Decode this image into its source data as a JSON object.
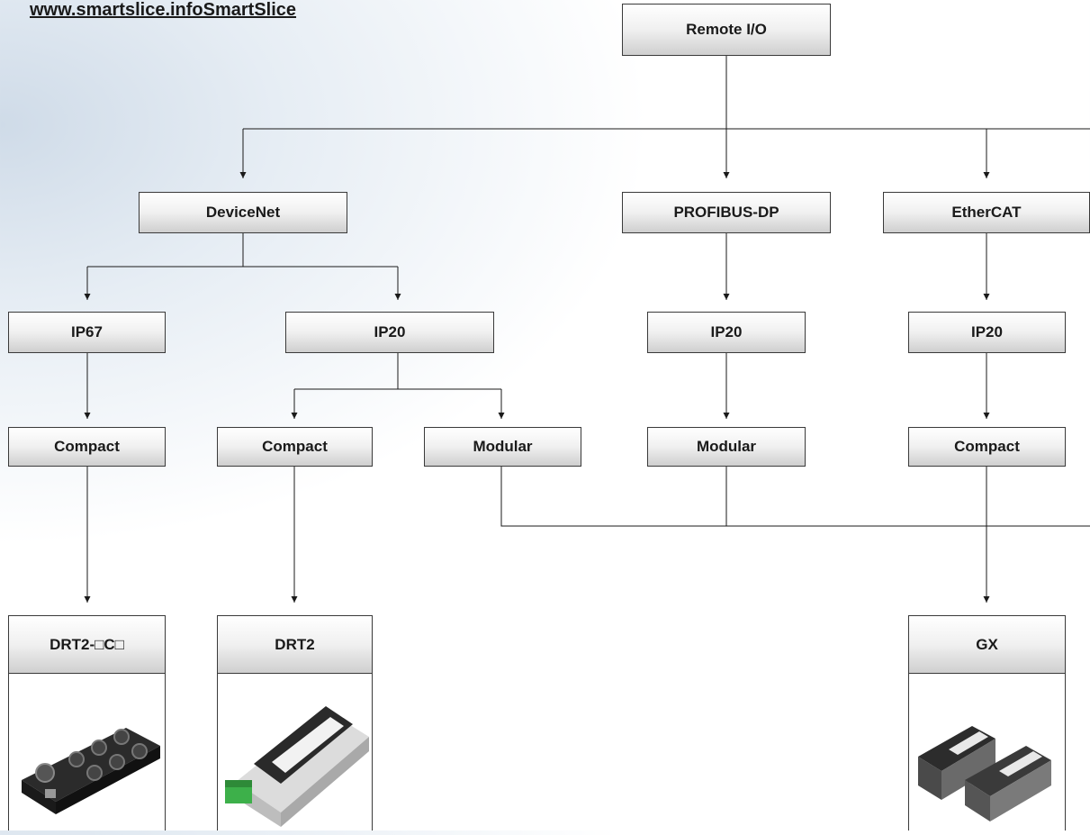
{
  "website": "www.smartslice.infoSmartSlice",
  "nodes": {
    "remote_io": "Remote I/O",
    "devicenet": "DeviceNet",
    "profibus": "PROFIBUS-DP",
    "ethercat": "EtherCAT",
    "ip67": "IP67",
    "devicenet_ip20": "IP20",
    "profibus_ip20": "IP20",
    "ethercat_ip20": "IP20",
    "ip67_compact": "Compact",
    "ip20_compact": "Compact",
    "ip20_modular": "Modular",
    "profibus_modular": "Modular",
    "ethercat_compact": "Compact"
  },
  "products": {
    "drt2_c": "DRT2-□C□",
    "drt2": "DRT2",
    "gx": "GX"
  },
  "colors": {
    "line": "#1a1a1a",
    "box_border": "#3a3a3a"
  }
}
